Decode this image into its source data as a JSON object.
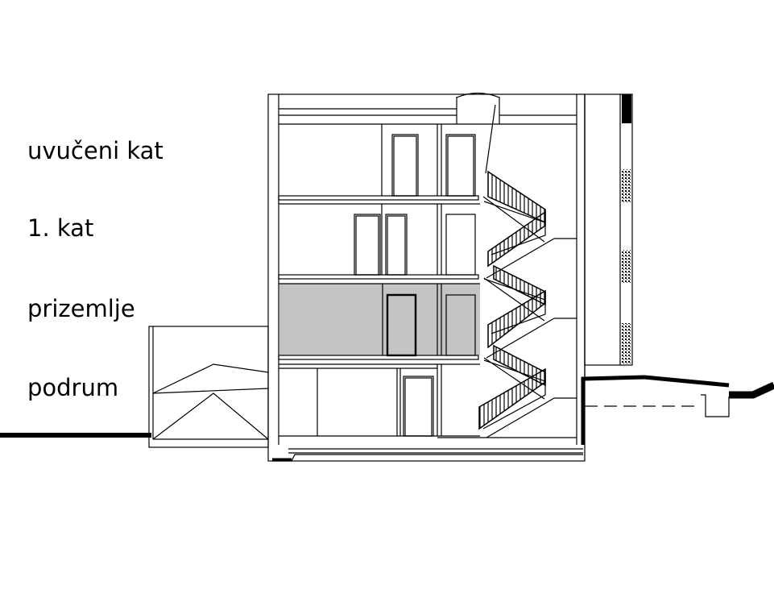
{
  "floor_labels": {
    "attic": "uvučeni kat",
    "first": "1. kat",
    "ground": "prizemlje",
    "basement": "podrum"
  },
  "colors": {
    "line": "#000000",
    "highlight": "#c4c4c4"
  }
}
